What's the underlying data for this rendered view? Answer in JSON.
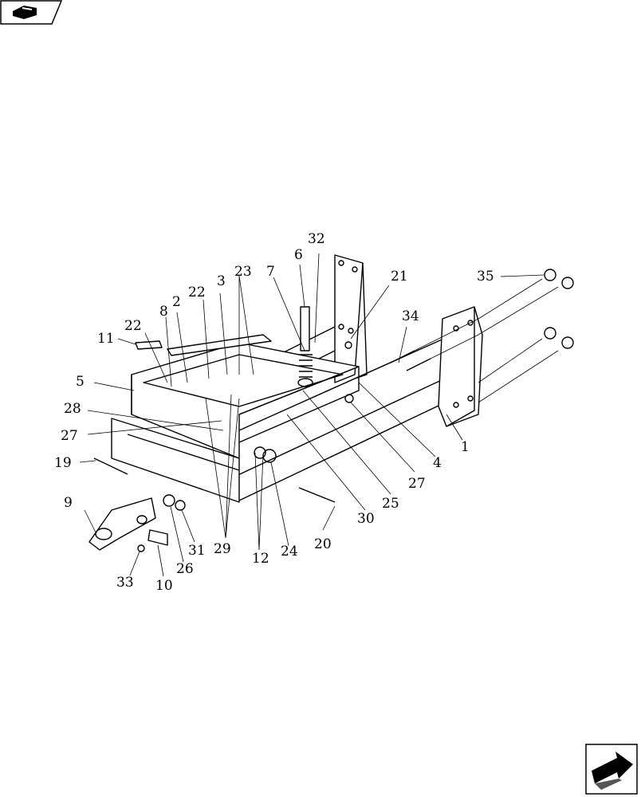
{
  "navigation": {
    "prev_icon": "back-arrow-tab-icon",
    "next_icon": "forward-arrow-box-icon"
  },
  "callouts": [
    {
      "id": "c1",
      "text": "1"
    },
    {
      "id": "c2",
      "text": "2"
    },
    {
      "id": "c3",
      "text": "3"
    },
    {
      "id": "c4",
      "text": "4"
    },
    {
      "id": "c5",
      "text": "5"
    },
    {
      "id": "c6",
      "text": "6"
    },
    {
      "id": "c7",
      "text": "7"
    },
    {
      "id": "c8",
      "text": "8"
    },
    {
      "id": "c9",
      "text": "9"
    },
    {
      "id": "c10",
      "text": "10"
    },
    {
      "id": "c11",
      "text": "11"
    },
    {
      "id": "c12",
      "text": "12"
    },
    {
      "id": "c19",
      "text": "19"
    },
    {
      "id": "c20",
      "text": "20"
    },
    {
      "id": "c21",
      "text": "21"
    },
    {
      "id": "c22a",
      "text": "22"
    },
    {
      "id": "c22b",
      "text": "22"
    },
    {
      "id": "c23",
      "text": "23"
    },
    {
      "id": "c24",
      "text": "24"
    },
    {
      "id": "c25",
      "text": "25"
    },
    {
      "id": "c26",
      "text": "26"
    },
    {
      "id": "c27a",
      "text": "27"
    },
    {
      "id": "c27b",
      "text": "27"
    },
    {
      "id": "c28",
      "text": "28"
    },
    {
      "id": "c29",
      "text": "29"
    },
    {
      "id": "c30",
      "text": "30"
    },
    {
      "id": "c31",
      "text": "31"
    },
    {
      "id": "c32",
      "text": "32"
    },
    {
      "id": "c33",
      "text": "33"
    },
    {
      "id": "c34",
      "text": "34"
    },
    {
      "id": "c35",
      "text": "35"
    }
  ]
}
